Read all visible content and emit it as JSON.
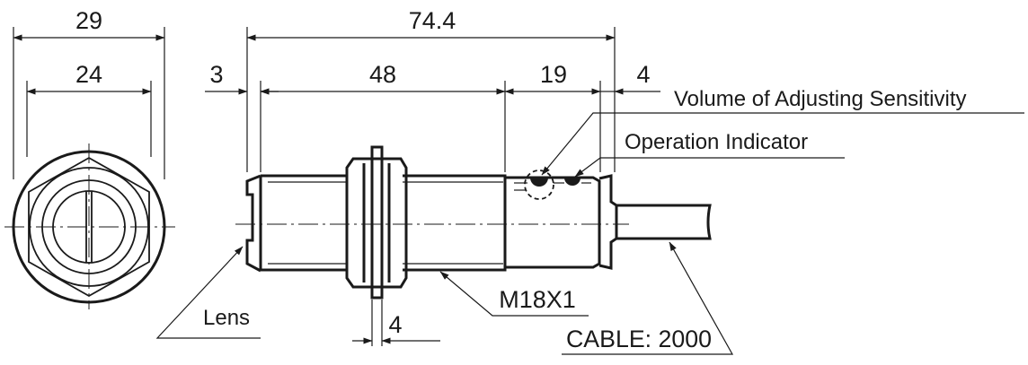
{
  "dimensions": {
    "front_outer_width": "29",
    "front_hex_width": "24",
    "total_length": "74.4",
    "lens_cap": "3",
    "thread_length": "48",
    "rear_section": "19",
    "cable_boot": "4",
    "nut_thickness": "4"
  },
  "labels": {
    "sensitivity": "Volume of Adjusting Sensitivity",
    "indicator": "Operation Indicator",
    "lens": "Lens",
    "thread": "M18X1",
    "cable": "CABLE: 2000"
  },
  "colors": {
    "line": "#1a1a1a",
    "background": "#ffffff"
  }
}
